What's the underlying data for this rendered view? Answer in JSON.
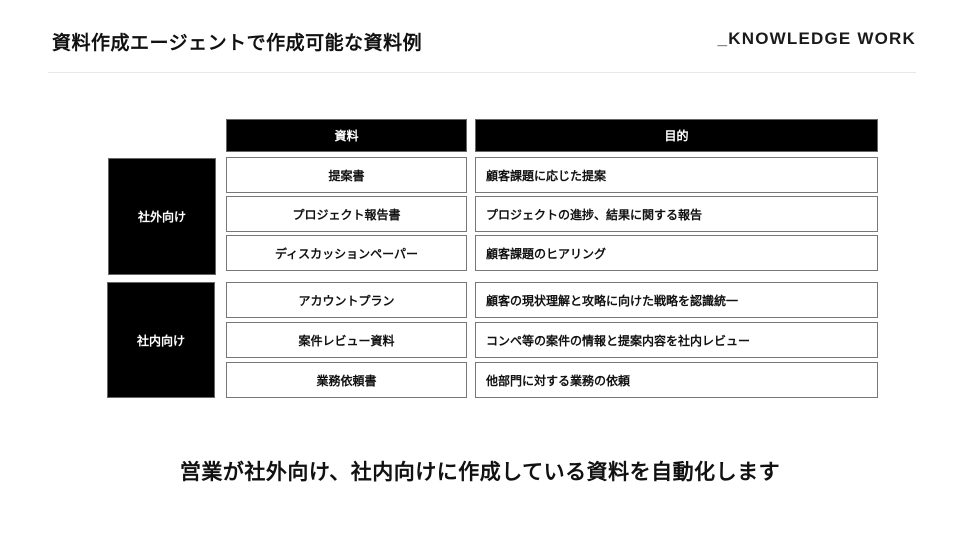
{
  "header": {
    "title": "資料作成エージェントで作成可能な資料例",
    "logo": "_KNOWLEDGE WORK"
  },
  "table": {
    "columns": [
      "資料",
      "目的"
    ],
    "groups": [
      {
        "label": "社外向け",
        "rows": [
          {
            "document": "提案書",
            "purpose": "顧客課題に応じた提案"
          },
          {
            "document": "プロジェクト報告書",
            "purpose": "プロジェクトの進捗、結果に関する報告"
          },
          {
            "document": "ディスカッションペーパー",
            "purpose": "顧客課題のヒアリング"
          }
        ]
      },
      {
        "label": "社内向け",
        "rows": [
          {
            "document": "アカウントプラン",
            "purpose": "顧客の現状理解と攻略に向けた戦略を認識統一"
          },
          {
            "document": "案件レビュー資料",
            "purpose": "コンペ等の案件の情報と提案内容を社内レビュー"
          },
          {
            "document": "業務依頼書",
            "purpose": "他部門に対する業務の依頼"
          }
        ]
      }
    ]
  },
  "footer": {
    "message": "営業が社外向け、社内向けに作成している資料を自動化します"
  },
  "colors": {
    "header_bg": "#000000",
    "header_text": "#ffffff",
    "cell_border": "#777777",
    "divider": "#e8e8e8"
  }
}
